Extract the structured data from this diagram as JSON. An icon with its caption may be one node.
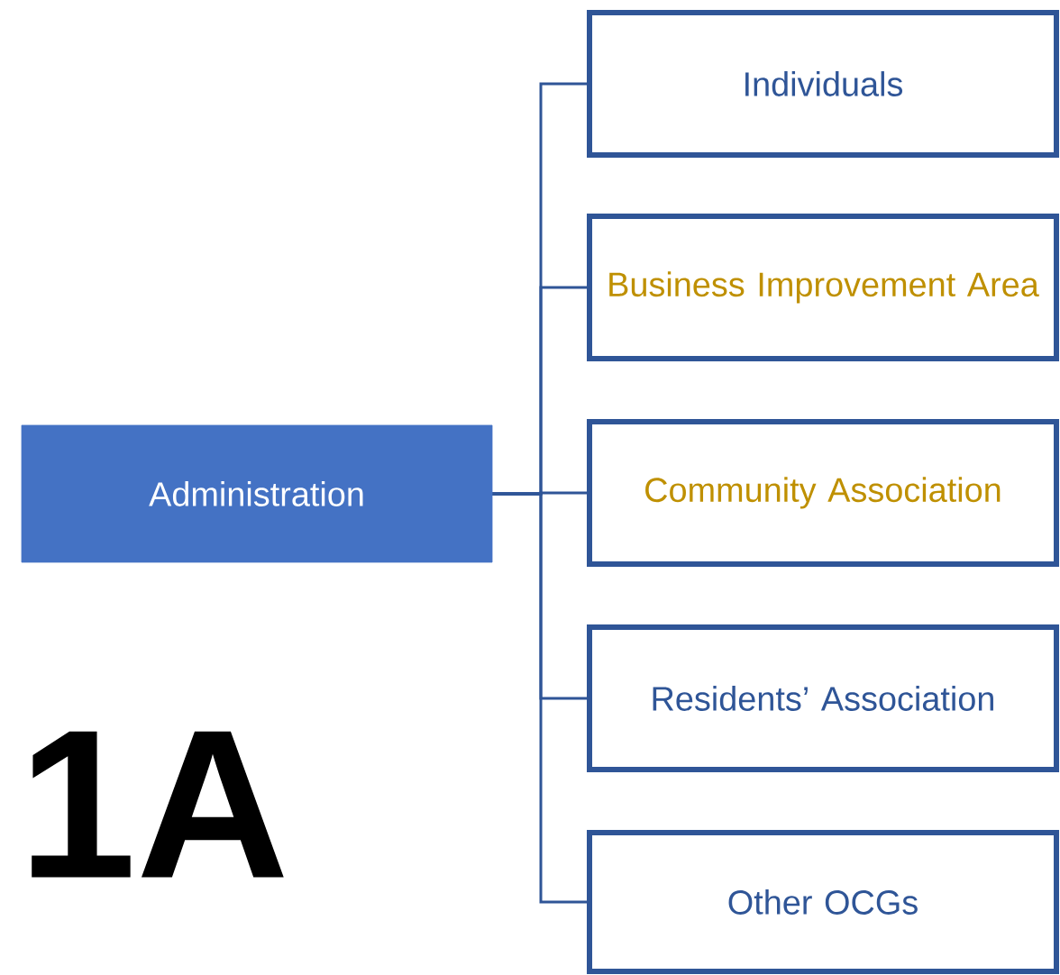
{
  "diagram": {
    "nodes": [
      {
        "text": [
          "Administration"
        ]
      },
      {
        "text": [
          "Individuals"
        ]
      },
      {
        "text": [
          "Business Improvement Area"
        ]
      },
      {
        "text": [
          "Community Association"
        ]
      },
      {
        "text": [
          "Residents’ Association"
        ]
      },
      {
        "text": [
          "Other OCGs"
        ]
      }
    ],
    "edges": [
      {
        "from": 0,
        "to": 1,
        "arrow": "none"
      },
      {
        "from": 0,
        "to": 2,
        "arrow": "none"
      },
      {
        "from": 0,
        "to": 3,
        "arrow": "none"
      },
      {
        "from": 0,
        "to": 4,
        "arrow": "none"
      },
      {
        "from": 0,
        "to": 5,
        "arrow": "none"
      }
    ],
    "labels": [
      "1A"
    ]
  }
}
